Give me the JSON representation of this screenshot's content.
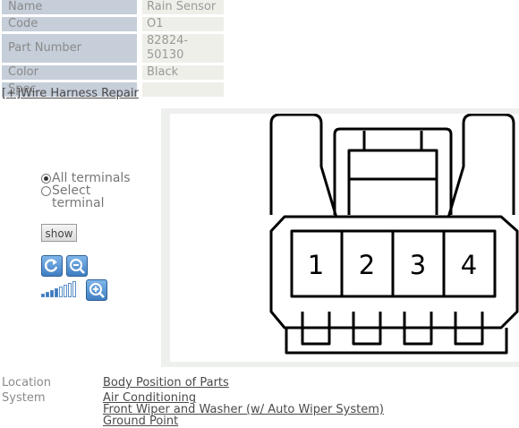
{
  "part_info": [
    {
      "key": "Name",
      "value": "Rain Sensor"
    },
    {
      "key": "Code",
      "value": "O1"
    },
    {
      "key": "Part Number",
      "value": "82824-50130"
    },
    {
      "key": "Color",
      "value": "Black"
    },
    {
      "key": "Spec",
      "value": ""
    }
  ],
  "harness_link": "[+]Wire Harness Repair",
  "controls": {
    "all_terminals": "All terminals",
    "select_terminal": "Select terminal",
    "show_label": "show",
    "selected_option": "All terminals",
    "zoom_level": "4 of 8",
    "icons": [
      "refresh-icon",
      "zoom-out-icon",
      "zoom-in-icon"
    ]
  },
  "connector": {
    "pins": [
      "1",
      "2",
      "3",
      "4"
    ]
  },
  "footer": {
    "location_label": "Location",
    "location_link": "Body  Position of Parts",
    "system_label": "System",
    "system_links": [
      "Air Conditioning",
      "Front Wiper and Washer (w/ Auto Wiper System)",
      "Ground Point"
    ]
  },
  "colors": {
    "key_cell": "#c5ced9",
    "value_cell": "#eeefe8",
    "button_blue": "#3f7ec2"
  }
}
